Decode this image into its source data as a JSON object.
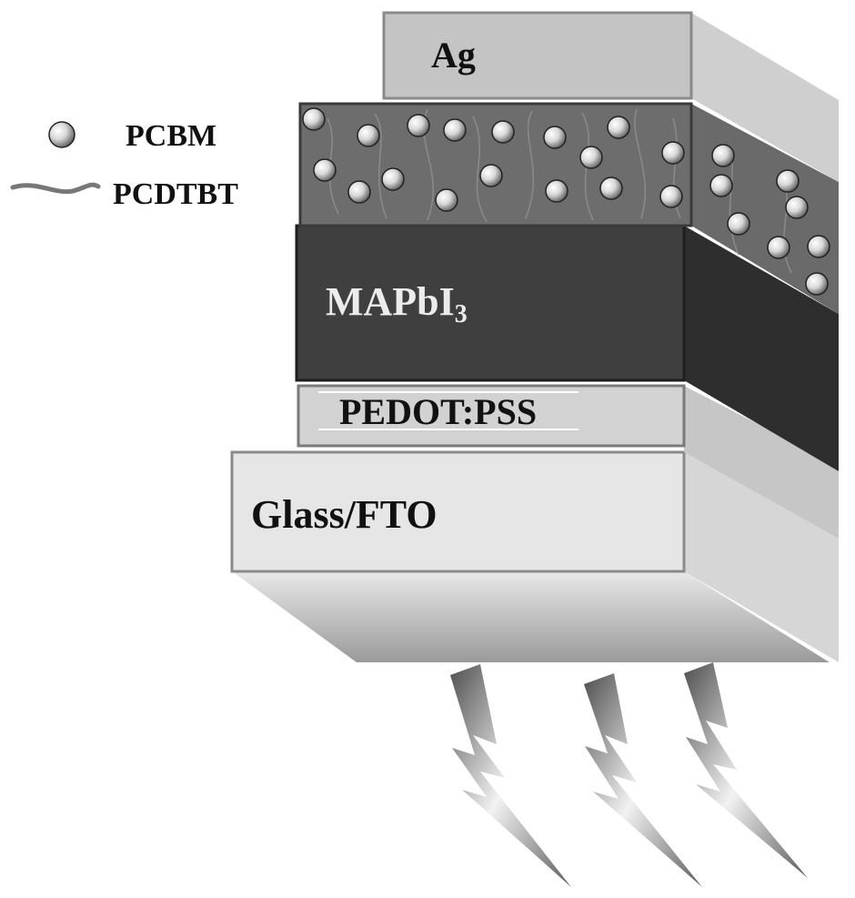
{
  "legend": {
    "items": [
      {
        "icon": "sphere-icon",
        "label": "PCBM"
      },
      {
        "icon": "polymer-chain-icon",
        "label": "PCDTBT"
      }
    ]
  },
  "layers": {
    "ag": {
      "label": "Ag",
      "color": "#c4c4c4"
    },
    "active": {
      "color": "#6d6d6d"
    },
    "perovskite": {
      "label_main": "MAPbI",
      "label_sub": "3",
      "color": "#3f3f3f"
    },
    "pedot": {
      "label": "PEDOT:PSS",
      "color": "#d2d2d2"
    },
    "substrate": {
      "label": "Glass/FTO",
      "color": "#e6e6e6"
    }
  },
  "light": {
    "icon": "lightning-bolt-icon",
    "count": 3
  }
}
